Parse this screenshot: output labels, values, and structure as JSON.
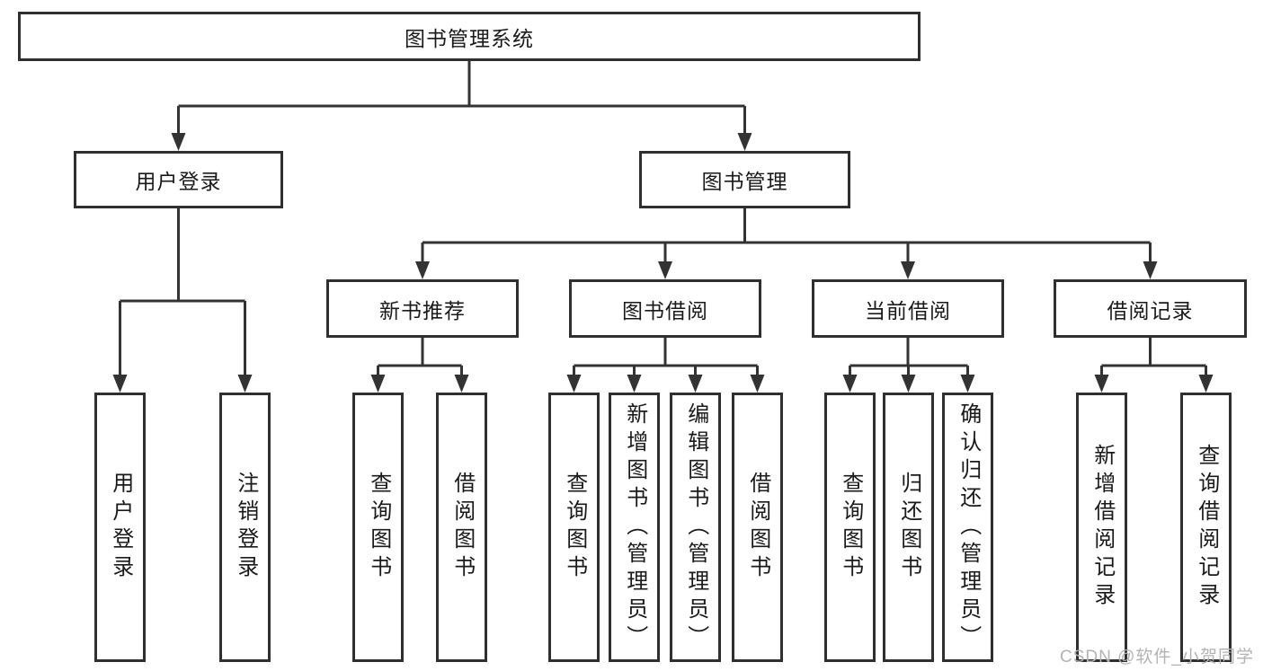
{
  "tree": {
    "label": "图书管理系统",
    "children": [
      {
        "label": "用户登录",
        "children": [
          {
            "label": "用户登录"
          },
          {
            "label": "注销登录"
          }
        ]
      },
      {
        "label": "图书管理",
        "children": [
          {
            "label": "新书推荐",
            "children": [
              {
                "label": "查询图书"
              },
              {
                "label": "借阅图书"
              }
            ]
          },
          {
            "label": "图书借阅",
            "children": [
              {
                "label": "查询图书"
              },
              {
                "label": "新增图书（管理员）"
              },
              {
                "label": "编辑图书（管理员）"
              },
              {
                "label": "借阅图书"
              }
            ]
          },
          {
            "label": "当前借阅",
            "children": [
              {
                "label": "查询图书"
              },
              {
                "label": "归还图书"
              },
              {
                "label": "确认归还（管理员）"
              }
            ]
          },
          {
            "label": "借阅记录",
            "children": [
              {
                "label": "新增借阅记录"
              },
              {
                "label": "查询借阅记录"
              }
            ]
          }
        ]
      }
    ]
  },
  "watermark": "CSDN @软件_小贺同学",
  "colors": {
    "line": "#333333",
    "border": "#2f2f2f",
    "text": "#1a1a1a",
    "background": "#ffffff",
    "watermark": "#b3b3b3"
  }
}
